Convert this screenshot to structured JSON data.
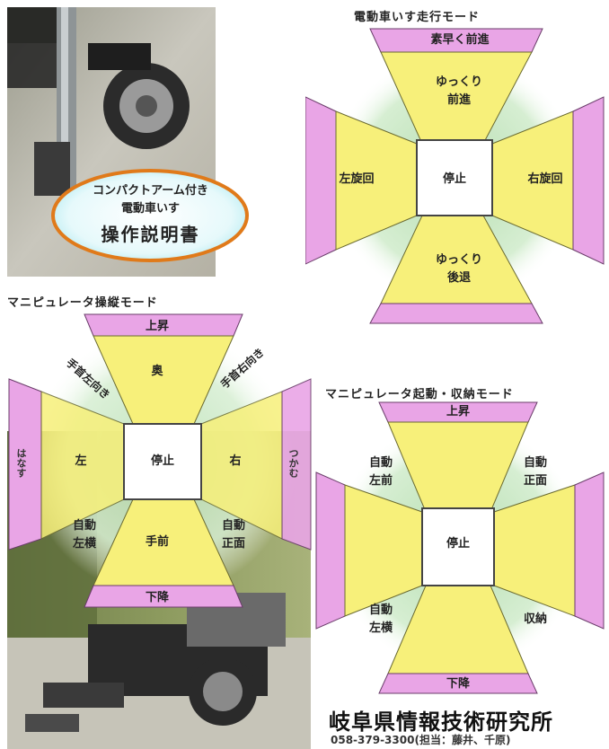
{
  "cover": {
    "line1": "コンパクトアーム付き",
    "line2": "電動車いす",
    "title": "操作説明書"
  },
  "drive_mode": {
    "title": "電動車いす走行モード",
    "top_bar": "素早く前進",
    "forward": "ゆっくり\n前進",
    "left": "左旋回",
    "center": "停止",
    "right": "右旋回",
    "backward": "ゆっくり\n後退"
  },
  "manip_mode": {
    "title": "マニピュレータ操縦モード",
    "top_bar": "上昇",
    "back": "奥",
    "wrist_left": "手首左向き",
    "wrist_right": "手首右向き",
    "left_bar": "はなす",
    "left": "左",
    "center": "停止",
    "right": "右",
    "right_bar": "つかむ",
    "auto_left": "自動\n左横",
    "front": "手前",
    "auto_front": "自動\n正面",
    "bottom_bar": "下降"
  },
  "launch_mode": {
    "title": "マニピュレータ起動・収納モード",
    "top_bar": "上昇",
    "auto_left_front": "自動\n左前",
    "auto_front": "自動\n正面",
    "center": "停止",
    "auto_left_side": "自動\n左横",
    "store": "収納",
    "bottom_bar": "下降"
  },
  "footer": {
    "org": "岐阜県情報技術研究所",
    "contact": "058-379-3300(担当：藤井、千原)"
  },
  "colors": {
    "yellow": "#f7f07a",
    "pink": "#e9a5e6",
    "green_glow": "#b6deb0",
    "ellipse_border": "#e07a1a"
  }
}
